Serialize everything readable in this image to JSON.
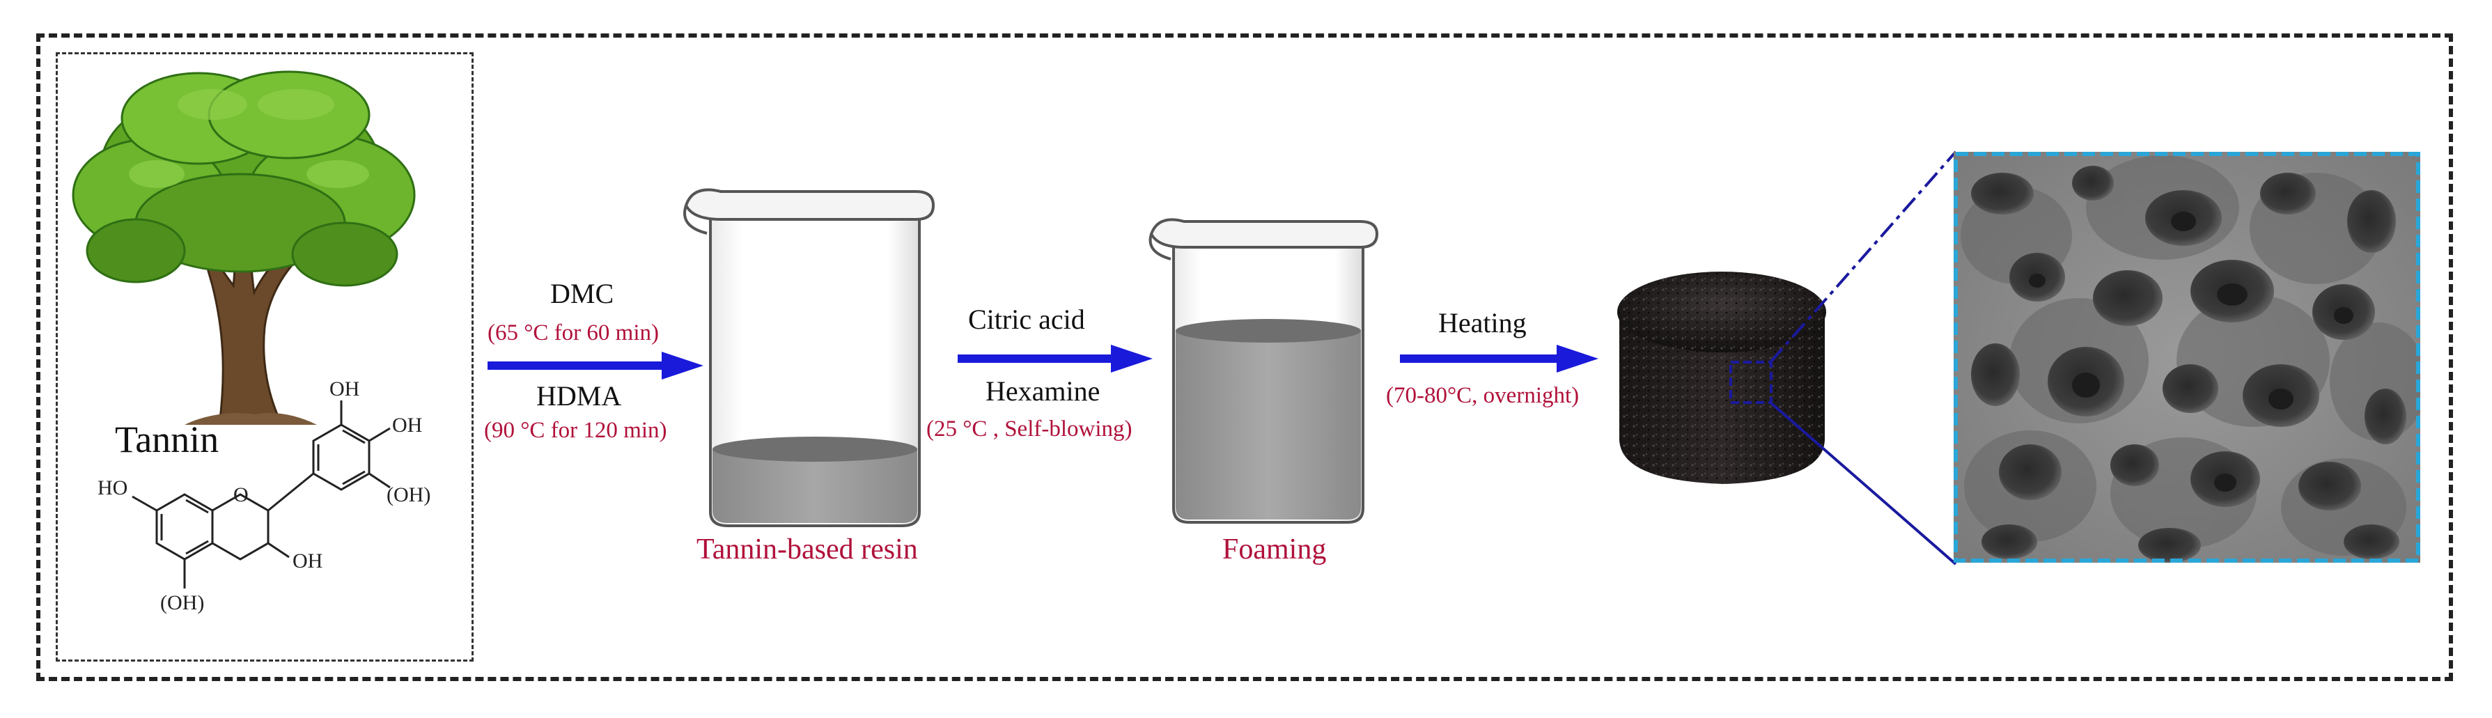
{
  "tannin_label": "Tannin",
  "molecule": {
    "oh_top": "OH",
    "oh_right": "OH",
    "oh_right_paren": "(OH)",
    "ho_left": "HO",
    "oh_bottom_right": "OH",
    "oh_bottom_paren": "(OH)",
    "ring_o": "O"
  },
  "step1": {
    "top_reagent": "DMC",
    "top_condition": "(65 °C for 60 min)",
    "bottom_reagent": "HDMA",
    "bottom_condition": "(90 °C for 120 min)"
  },
  "beaker1_caption": "Tannin-based resin",
  "step2": {
    "top_reagent": "Citric acid",
    "bottom_reagent": "Hexamine",
    "bottom_condition": "(25 °C , Self-blowing)"
  },
  "beaker2_caption": "Foaming",
  "step3": {
    "top_reagent": "Heating",
    "bottom_condition": "(70-80°C, overnight)"
  },
  "colors": {
    "arrow": "#1a1adb",
    "condition_text": "#b0113a",
    "zoom_frame": "#2aa6d8",
    "zoom_lines": "#1a1a9e"
  }
}
